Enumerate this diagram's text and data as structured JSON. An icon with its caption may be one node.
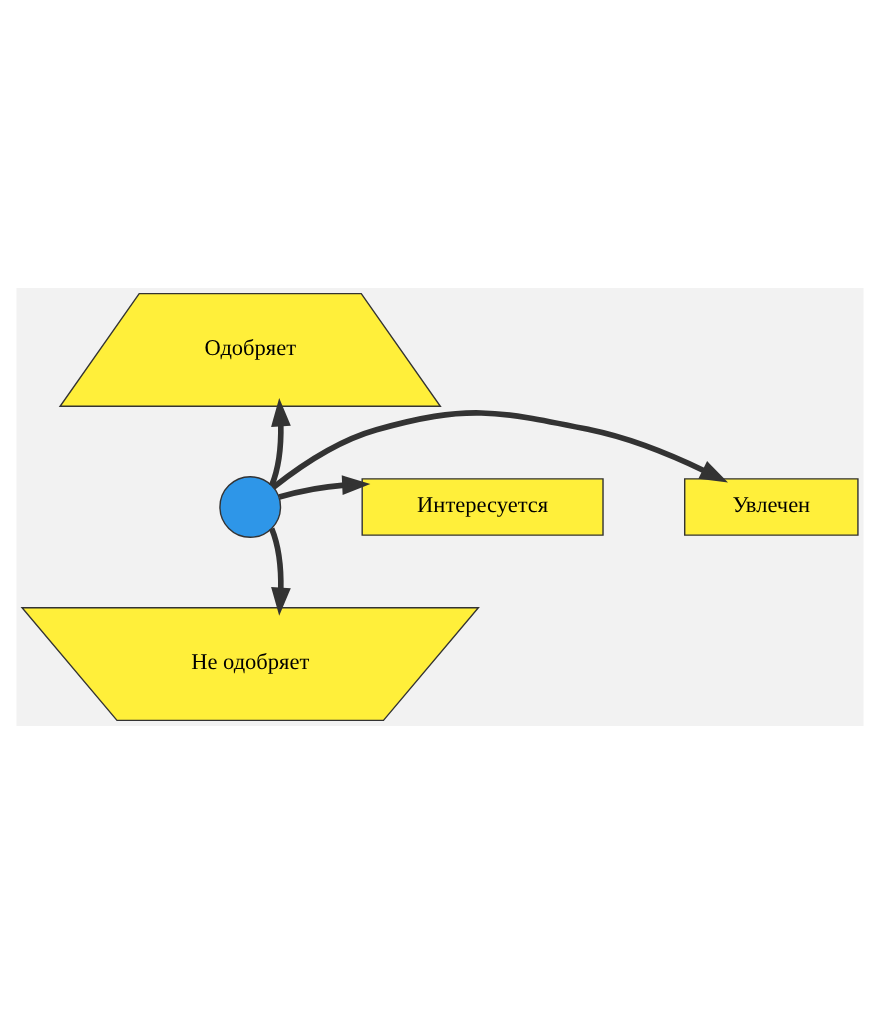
{
  "diagram": {
    "nodes": [
      {
        "text": [
          "Одобряет"
        ]
      },
      {
        "text": [
          "Увлечен"
        ]
      },
      {
        "text": [
          "Интересуется"
        ]
      },
      {
        "text": [
          "Не одобряет"
        ]
      },
      {
        "text": [],
        "shape": "circle"
      }
    ],
    "edges": [
      {
        "from": 4,
        "to": 0,
        "arrow": "to"
      },
      {
        "from": 4,
        "to": 1,
        "arrow": "to"
      },
      {
        "from": 4,
        "to": 2,
        "arrow": "to"
      },
      {
        "from": 4,
        "to": 3,
        "arrow": "to"
      }
    ]
  }
}
